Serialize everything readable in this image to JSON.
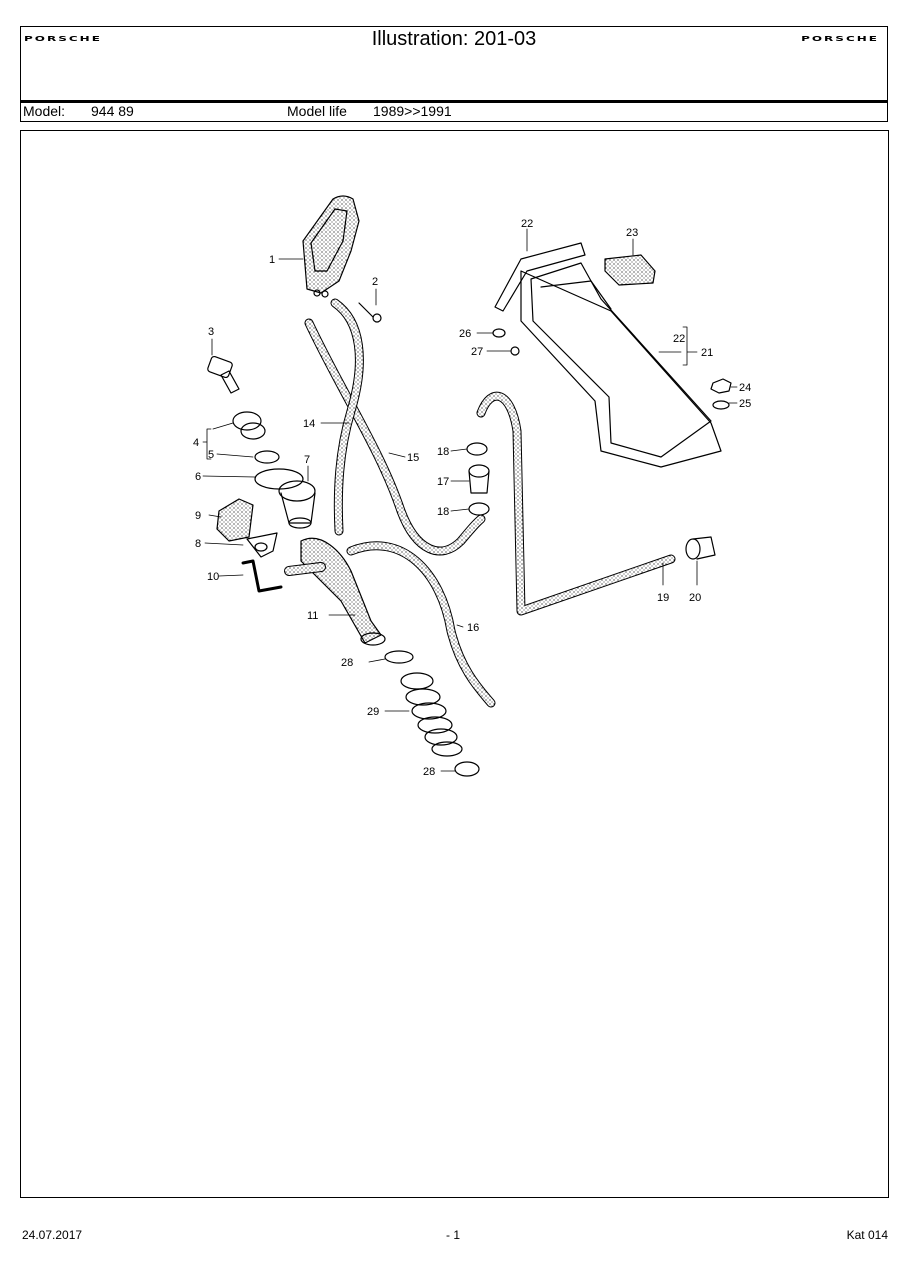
{
  "header": {
    "brand_left": "PORSCHE",
    "brand_right": "PORSCHE",
    "title": "Illustration: 201-03",
    "model_label": "Model:",
    "model_value": "944 89",
    "model_life_label": "Model life",
    "model_life_value": "1989>>1991"
  },
  "callouts": {
    "c1": "1",
    "c2": "2",
    "c3": "3",
    "c4": "4",
    "c5": "5",
    "c6": "6",
    "c7": "7",
    "c8": "8",
    "c9": "9",
    "c10": "10",
    "c11": "11",
    "c14": "14",
    "c15": "15",
    "c16": "16",
    "c17": "17",
    "c18a": "18",
    "c18b": "18",
    "c19": "19",
    "c20": "20",
    "c21": "21",
    "c22a": "22",
    "c22b": "22",
    "c23": "23",
    "c24": "24",
    "c25": "25",
    "c26": "26",
    "c27": "27",
    "c28a": "28",
    "c28b": "28",
    "c29": "29"
  },
  "footer": {
    "date": "24.07.2017",
    "page": "- 1",
    "catalog": "Kat 014"
  }
}
